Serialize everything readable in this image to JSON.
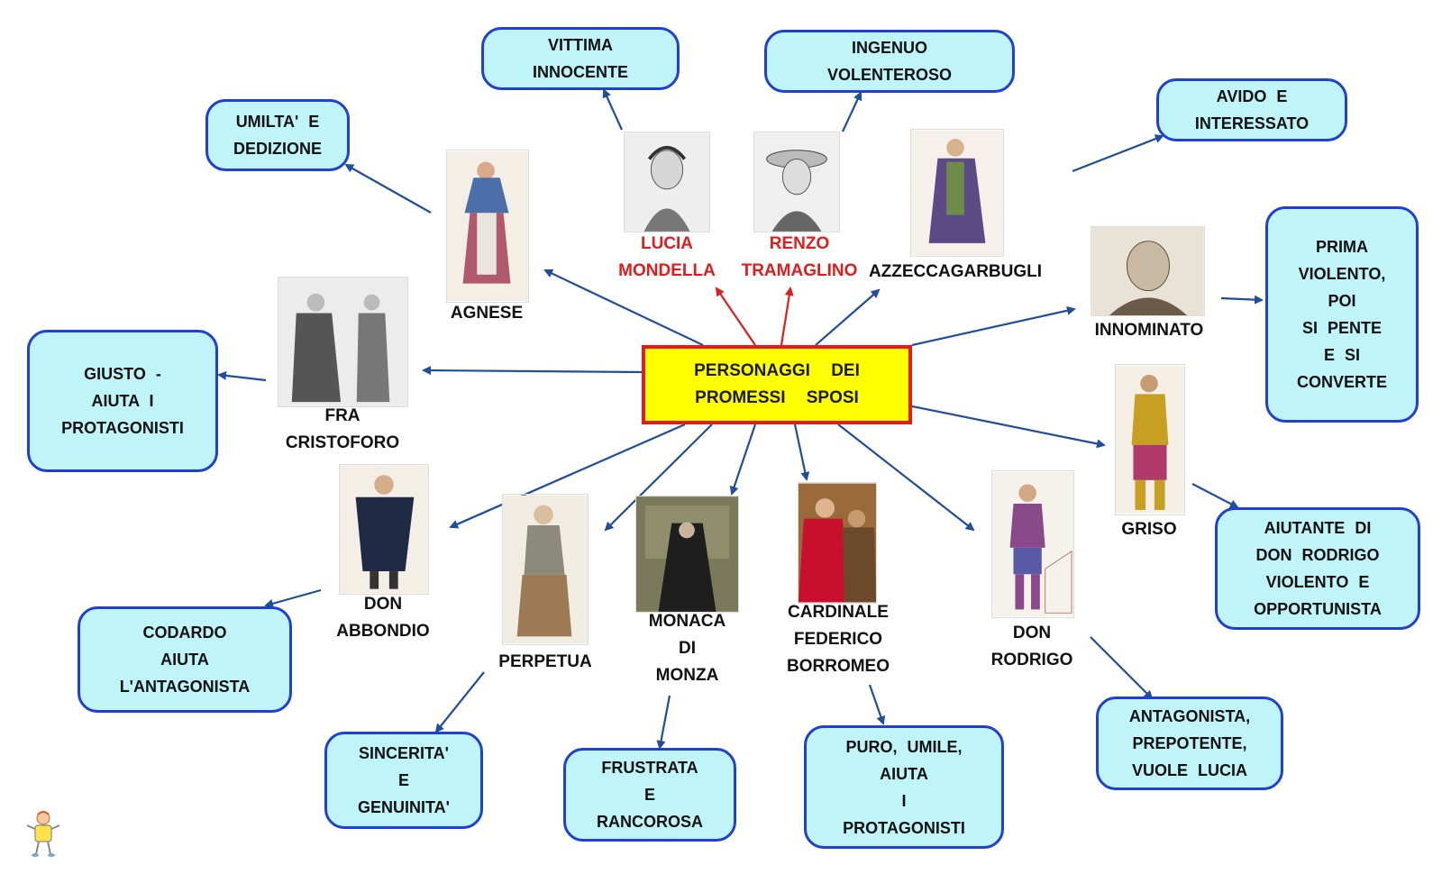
{
  "center": {
    "line1": "PERSONAGGI    DEI",
    "line2": "PROMESSI    SPOSI"
  },
  "characters": {
    "agnese": {
      "name": "AGNESE",
      "trait": [
        "UMILTA'    E",
        "DEDIZIONE"
      ]
    },
    "lucia": {
      "name": [
        "LUCIA",
        "MONDELLA"
      ],
      "trait": [
        "VITTIMA",
        "INNOCENTE"
      ]
    },
    "renzo": {
      "name": [
        "RENZO",
        "TRAMAGLINO"
      ],
      "trait": [
        "INGENUO",
        "VOLENTEROSO"
      ]
    },
    "azzeccagarbugli": {
      "name": "AZZECCAGARBUGLI",
      "trait": [
        "AVIDO    E",
        "INTERESSATO"
      ]
    },
    "innominato": {
      "name": "INNOMINATO",
      "trait": [
        "PRIMA",
        "VIOLENTO,",
        "POI",
        "SI    PENTE",
        "E   SI",
        "CONVERTE"
      ]
    },
    "cristoforo": {
      "name": [
        "FRA",
        "CRISTOFORO"
      ],
      "trait": [
        "GIUSTO    -",
        "AIUTA   I",
        "PROTAGONISTI"
      ]
    },
    "griso": {
      "name": "GRISO",
      "trait": [
        "AIUTANTE    DI",
        "DON    RODRIGO",
        "VIOLENTO    E",
        "OPPORTUNISTA"
      ]
    },
    "abbondio": {
      "name": [
        "DON",
        "ABBONDIO"
      ],
      "trait": [
        "CODARDO",
        "AIUTA",
        "L'ANTAGONISTA"
      ]
    },
    "perpetua": {
      "name": "PERPETUA",
      "trait": [
        "SINCERITA'",
        "E",
        "GENUINITA'"
      ]
    },
    "monaca": {
      "name": [
        "MONACA",
        "DI",
        "MONZA"
      ],
      "trait": [
        "FRUSTRATA",
        "E",
        "RANCOROSA"
      ]
    },
    "borromeo": {
      "name": [
        "CARDINALE",
        "FEDERICO",
        "BORROMEO"
      ],
      "trait": [
        "PURO,    UMILE,",
        "AIUTA",
        "I",
        "PROTAGONISTI"
      ]
    },
    "rodrigo": {
      "name": [
        "DON",
        "RODRIGO"
      ],
      "trait": [
        "ANTAGONISTA,",
        "PREPOTENTE,",
        "VUOLE    LUCIA"
      ]
    }
  },
  "colors": {
    "box_fill": "#bff5f9",
    "box_border": "#1f3fd6",
    "center_fill": "#ffff00",
    "center_border": "#e21b1b",
    "arrow_blue": "#1f4e9c",
    "arrow_red": "#e21b1b",
    "name_red": "#e21b1b"
  }
}
